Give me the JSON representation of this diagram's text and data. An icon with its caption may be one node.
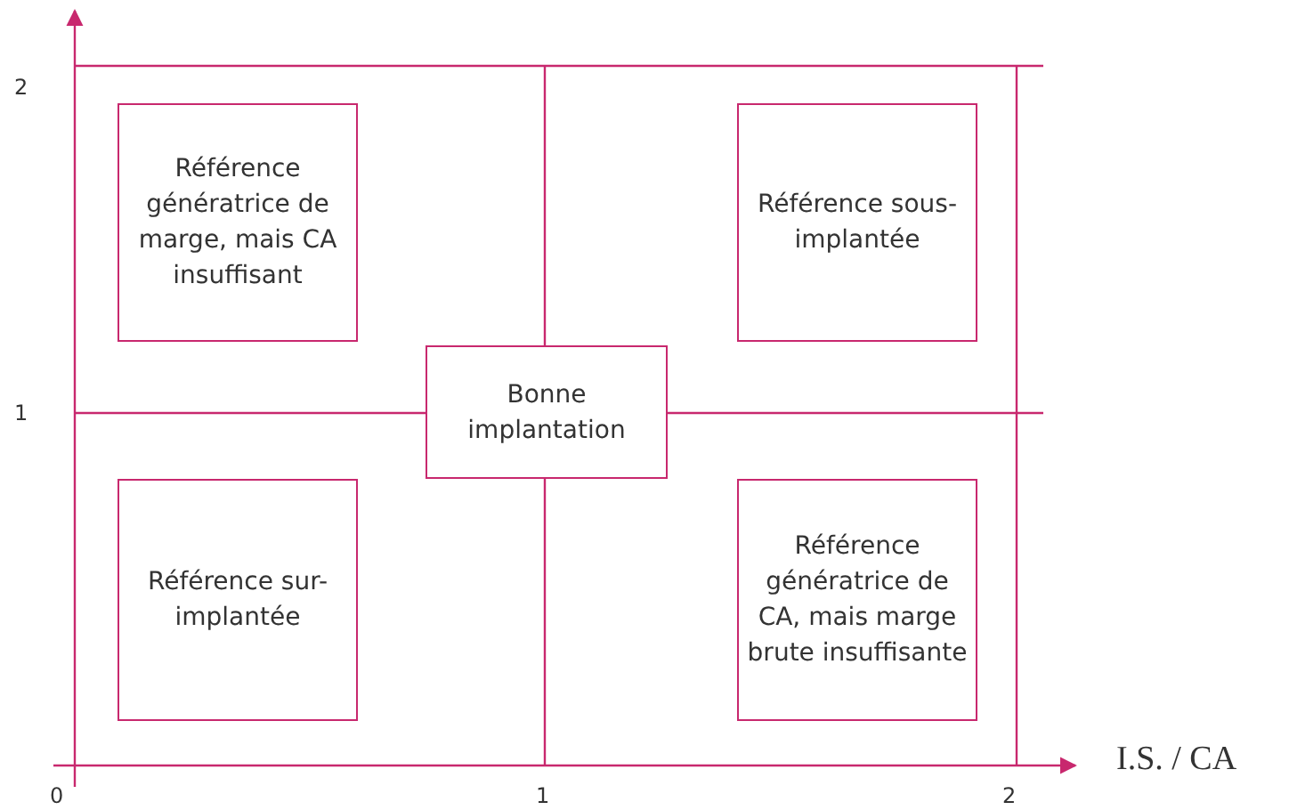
{
  "diagram": {
    "nodes": [
      {
        "text": [
          "Référence génératrice de marge, mais CA insuffisant"
        ]
      },
      {
        "text": [
          "Référence sous-implantée"
        ]
      },
      {
        "text": [
          "Bonne implantation"
        ]
      },
      {
        "text": [
          "Référence sur-implantée"
        ]
      },
      {
        "text": [
          "Référence génératrice de CA, mais marge brute insuffisante"
        ]
      }
    ],
    "edges": [],
    "labels": [
      "2",
      "1",
      "0",
      "1",
      "2",
      "I.S. / CA"
    ]
  }
}
